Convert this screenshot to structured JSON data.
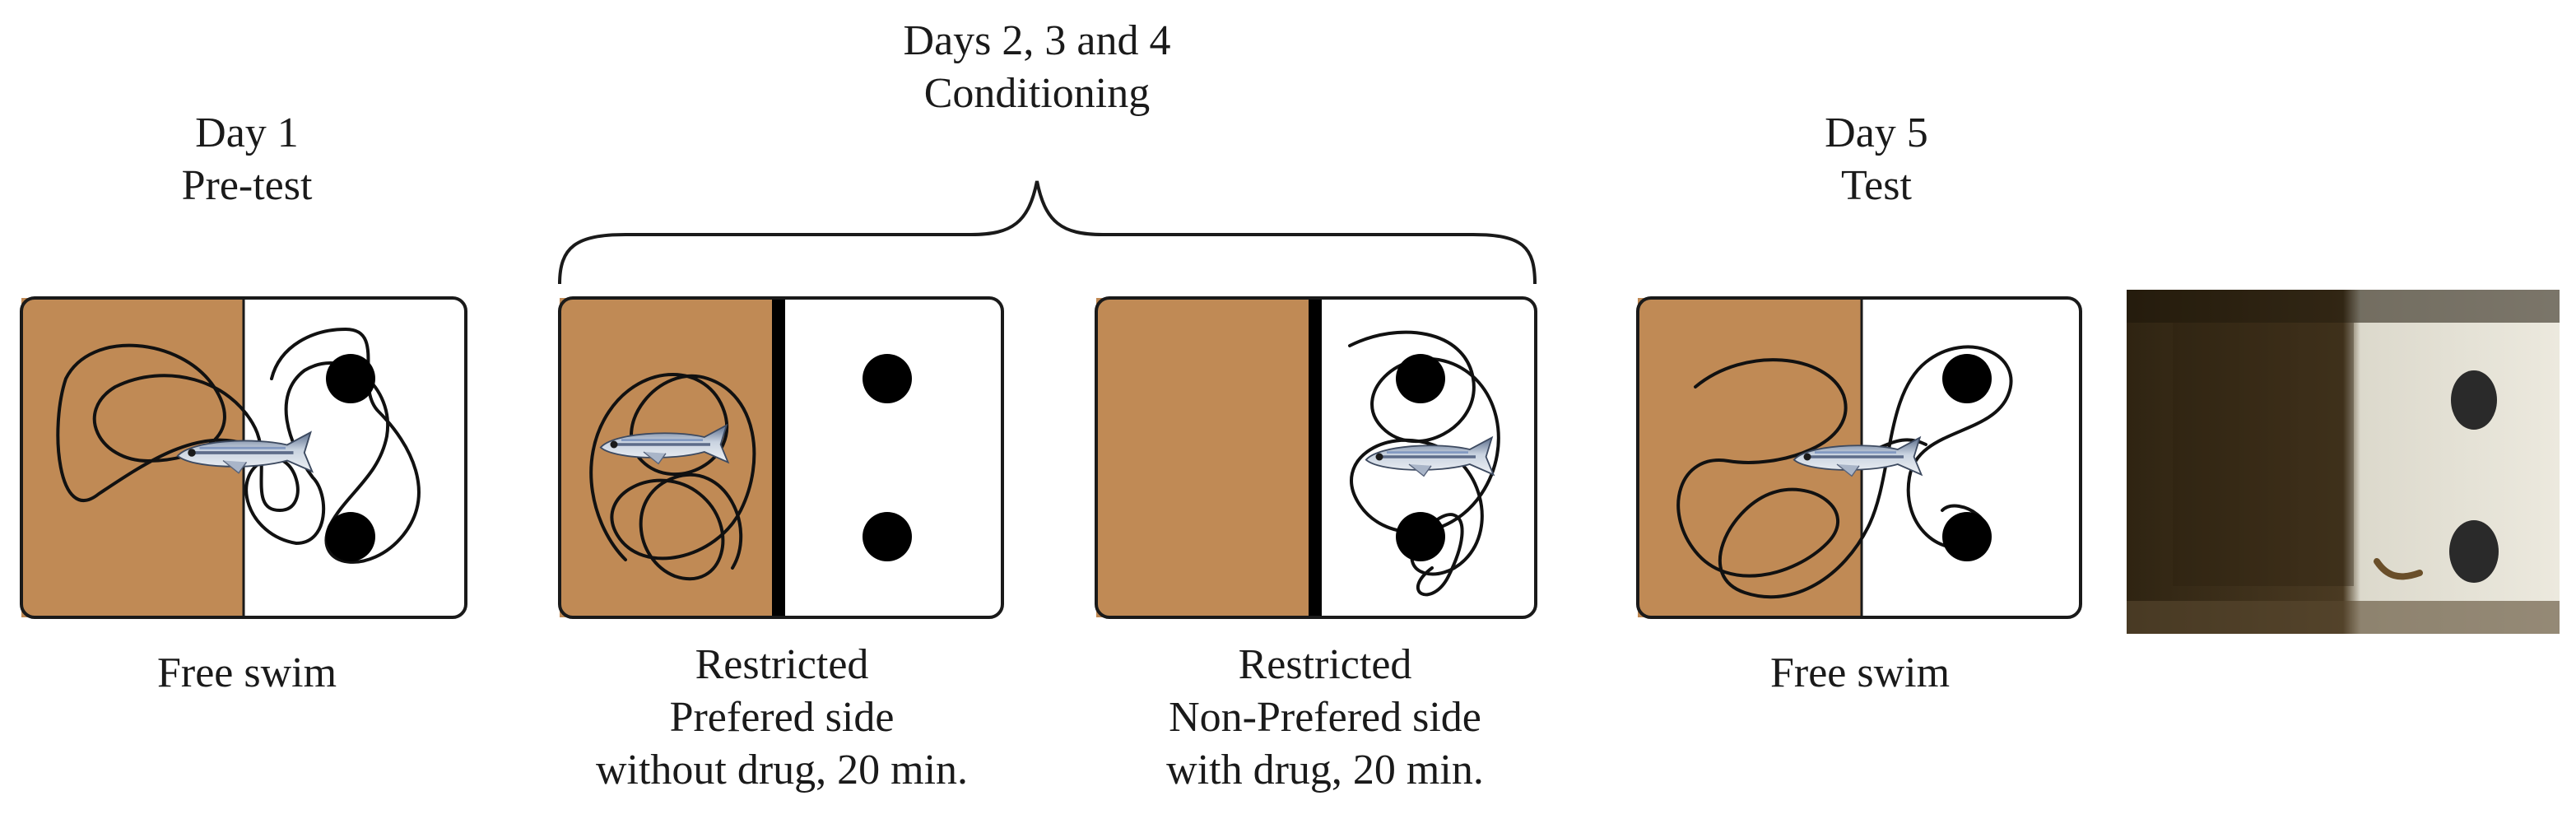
{
  "stages": [
    {
      "id": "day1",
      "heading": [
        "Day 1",
        "Pre-test"
      ],
      "caption": [
        "Free swim"
      ]
    },
    {
      "id": "conditioning",
      "heading": [
        "Days 2, 3 and 4",
        "Conditioning"
      ]
    },
    {
      "id": "restricted-preferred",
      "caption": [
        "Restricted",
        "Prefered side",
        "without drug, 20 min."
      ]
    },
    {
      "id": "restricted-nonpreferred",
      "caption": [
        "Restricted",
        "Non-Prefered side",
        "with drug, 20 min."
      ]
    },
    {
      "id": "day5",
      "heading": [
        "Day 5",
        "Test"
      ],
      "caption": [
        "Free swim"
      ]
    }
  ],
  "colors": {
    "brown_zone": "#c08a55",
    "white_zone": "#ffffff",
    "outline": "#1a1a1a",
    "dot": "#000000",
    "photo_dark": "#3a2d1a",
    "photo_light": "#e6e3d7"
  },
  "icons": [
    "zebrafish-icon",
    "bracket-icon",
    "photo-of-tank"
  ]
}
